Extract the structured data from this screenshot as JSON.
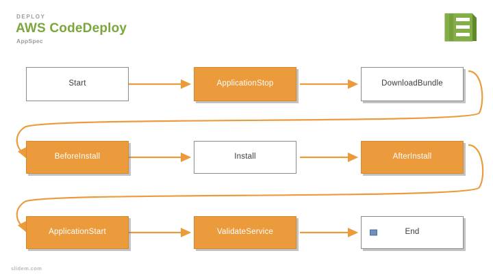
{
  "header": {
    "eyebrow": "DEPLOY",
    "title": "AWS CodeDeploy",
    "subtitle": "AppSpec",
    "logo_icon": "aws-codedeploy-logo"
  },
  "footer": {
    "text": "slidem.com"
  },
  "colors": {
    "highlight": "#eb9a3c",
    "arrow": "#eb9a3c",
    "title": "#7aa63b",
    "logo": "#7aa63b",
    "plain_border": "#8a8a8a",
    "text_dark": "#3a3a3a",
    "text_light": "#ffffff"
  },
  "diagram": {
    "type": "lifecycle-flow",
    "nodes": [
      {
        "id": "start",
        "label": "Start",
        "style": "plain",
        "row": 0,
        "col": 0
      },
      {
        "id": "application-stop",
        "label": "ApplicationStop",
        "style": "highlight",
        "row": 0,
        "col": 1
      },
      {
        "id": "download-bundle",
        "label": "DownloadBundle",
        "style": "plain",
        "row": 0,
        "col": 2
      },
      {
        "id": "before-install",
        "label": "BeforeInstall",
        "style": "highlight",
        "row": 1,
        "col": 0
      },
      {
        "id": "install",
        "label": "Install",
        "style": "plain",
        "row": 1,
        "col": 1
      },
      {
        "id": "after-install",
        "label": "AfterInstall",
        "style": "highlight",
        "row": 1,
        "col": 2
      },
      {
        "id": "application-start",
        "label": "ApplicationStart",
        "style": "highlight",
        "row": 2,
        "col": 0
      },
      {
        "id": "validate-service",
        "label": "ValidateService",
        "style": "highlight",
        "row": 2,
        "col": 1
      },
      {
        "id": "end",
        "label": "End",
        "style": "plain",
        "row": 2,
        "col": 2
      }
    ],
    "edges": [
      {
        "from": "start",
        "to": "application-stop"
      },
      {
        "from": "application-stop",
        "to": "download-bundle"
      },
      {
        "from": "download-bundle",
        "to": "before-install"
      },
      {
        "from": "before-install",
        "to": "install"
      },
      {
        "from": "install",
        "to": "after-install"
      },
      {
        "from": "after-install",
        "to": "application-start"
      },
      {
        "from": "application-start",
        "to": "validate-service"
      },
      {
        "from": "validate-service",
        "to": "end"
      }
    ]
  }
}
